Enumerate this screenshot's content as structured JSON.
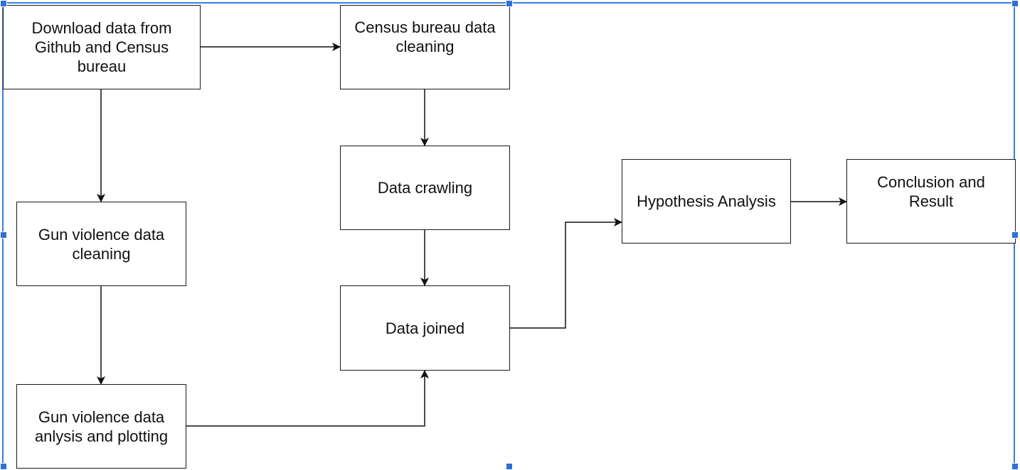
{
  "diagram": {
    "nodes": {
      "download": "Download data from Github and Census bureau",
      "census_cleaning": "Census bureau data cleaning",
      "data_crawling": "Data crawling",
      "gun_cleaning": "Gun violence data cleaning",
      "data_joined": "Data joined",
      "gun_analysis": "Gun violence data anlysis and plotting",
      "hypothesis": "Hypothesis Analysis",
      "conclusion": "Conclusion and Result"
    },
    "edges": [
      {
        "from": "download",
        "to": "census_cleaning"
      },
      {
        "from": "download",
        "to": "gun_cleaning"
      },
      {
        "from": "census_cleaning",
        "to": "data_crawling"
      },
      {
        "from": "data_crawling",
        "to": "data_joined"
      },
      {
        "from": "gun_cleaning",
        "to": "gun_analysis"
      },
      {
        "from": "gun_analysis",
        "to": "data_joined"
      },
      {
        "from": "data_joined",
        "to": "hypothesis"
      },
      {
        "from": "hypothesis",
        "to": "conclusion"
      }
    ],
    "colors": {
      "line": "#111111",
      "node_border": "#1a1a1a",
      "selection": "#3a7fdc"
    }
  }
}
